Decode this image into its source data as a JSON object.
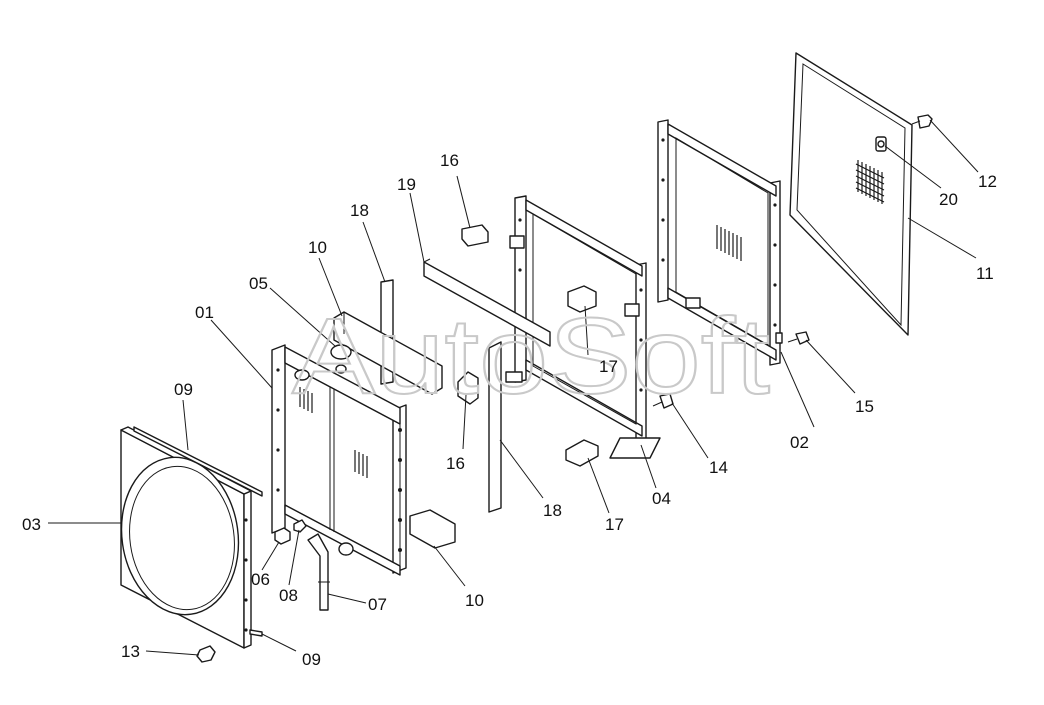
{
  "watermark": "AutoSoft",
  "labels": [
    {
      "id": "01",
      "text": "01"
    },
    {
      "id": "02",
      "text": "02"
    },
    {
      "id": "03",
      "text": "03"
    },
    {
      "id": "04",
      "text": "04"
    },
    {
      "id": "05",
      "text": "05"
    },
    {
      "id": "06",
      "text": "06"
    },
    {
      "id": "07",
      "text": "07"
    },
    {
      "id": "08",
      "text": "08"
    },
    {
      "id": "09a",
      "text": "09"
    },
    {
      "id": "09b",
      "text": "09"
    },
    {
      "id": "10a",
      "text": "10"
    },
    {
      "id": "10b",
      "text": "10"
    },
    {
      "id": "11",
      "text": "11"
    },
    {
      "id": "12",
      "text": "12"
    },
    {
      "id": "13",
      "text": "13"
    },
    {
      "id": "14",
      "text": "14"
    },
    {
      "id": "15",
      "text": "15"
    },
    {
      "id": "16a",
      "text": "16"
    },
    {
      "id": "16b",
      "text": "16"
    },
    {
      "id": "17a",
      "text": "17"
    },
    {
      "id": "17b",
      "text": "17"
    },
    {
      "id": "18a",
      "text": "18"
    },
    {
      "id": "18b",
      "text": "18"
    },
    {
      "id": "19",
      "text": "19"
    },
    {
      "id": "20",
      "text": "20"
    }
  ]
}
